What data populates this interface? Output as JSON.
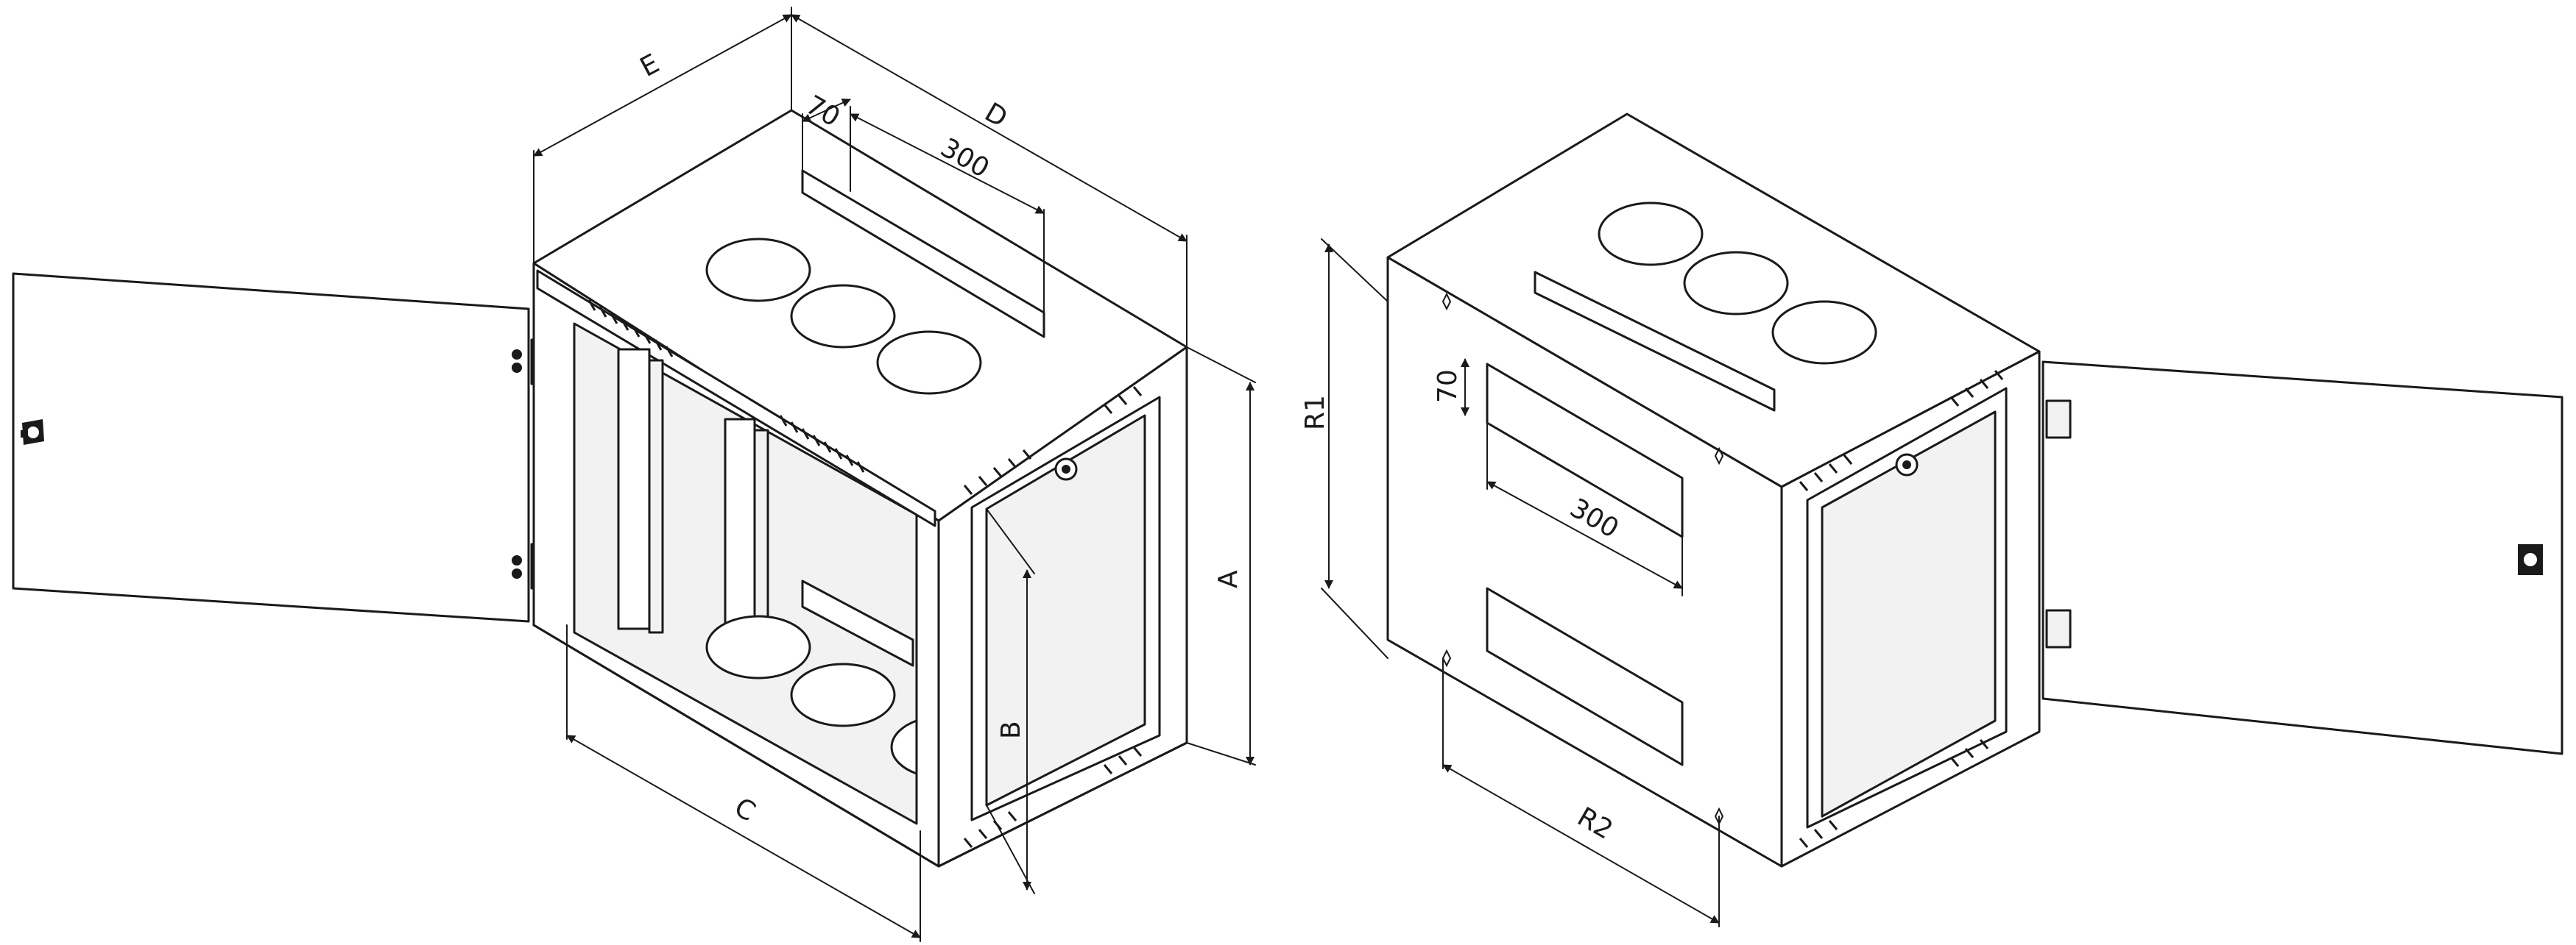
{
  "diagram": {
    "left_view": {
      "dimension_labels": {
        "A": "A",
        "B": "B",
        "C": "C",
        "D": "D",
        "E": "E",
        "seventy": "70",
        "three_hundred": "300"
      }
    },
    "right_view": {
      "dimension_labels": {
        "R1": "R1",
        "R2": "R2",
        "seventy": "70",
        "three_hundred": "300"
      }
    },
    "colors": {
      "line": "#1a1a1a",
      "background": "#ffffff",
      "panel_tint": "#f2f2f2"
    }
  }
}
